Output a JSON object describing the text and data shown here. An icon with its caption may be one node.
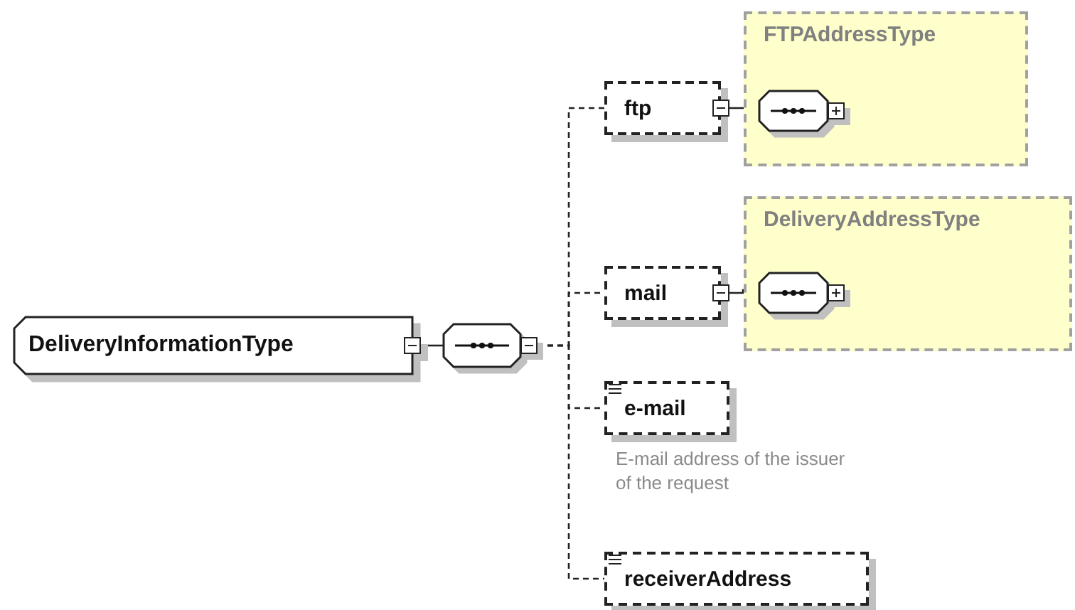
{
  "diagram": {
    "nodes": [
      {
        "text": [
          "DeliveryInformationType"
        ]
      },
      {
        "text": [],
        "shape": "octagon"
      },
      {
        "text": [
          "ftp"
        ]
      },
      {
        "text": [
          "FTPAddressType"
        ]
      },
      {
        "text": [],
        "shape": "octagon",
        "in": 3
      },
      {
        "text": [
          "mail"
        ]
      },
      {
        "text": [
          "DeliveryAddressType"
        ]
      },
      {
        "text": [],
        "shape": "octagon",
        "in": 6
      },
      {
        "text": [
          "e-mail"
        ],
        "beside": [
          "E-mail address of the issuer of the request"
        ]
      },
      {
        "text": [
          "receiverAddress"
        ]
      }
    ],
    "edges": [
      {
        "from": 0,
        "to": 1,
        "arrow": "none"
      },
      {
        "from": 1,
        "to": 2,
        "arrow": "none",
        "style": "dashed"
      },
      {
        "from": 1,
        "to": 5,
        "arrow": "none",
        "style": "dashed"
      },
      {
        "from": 1,
        "to": 8,
        "arrow": "none",
        "style": "dashed"
      },
      {
        "from": 1,
        "to": 9,
        "arrow": "none",
        "style": "dashed"
      },
      {
        "from": 2,
        "to": 4,
        "arrow": "none"
      },
      {
        "from": 5,
        "to": 7,
        "arrow": "none"
      }
    ]
  }
}
